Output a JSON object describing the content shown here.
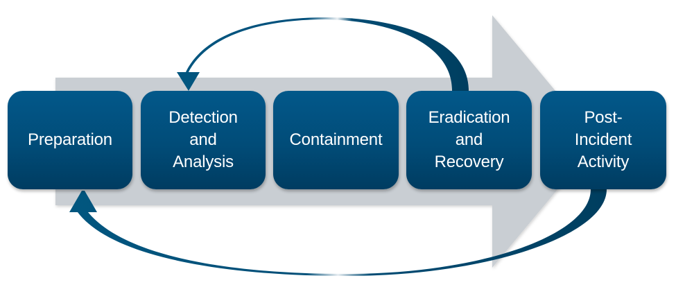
{
  "diagram": {
    "title": "Incident Response Life Cycle",
    "flow_direction": "left-to-right",
    "steps": [
      {
        "label": "Preparation"
      },
      {
        "label": "Detection\nand\nAnalysis"
      },
      {
        "label": "Containment"
      },
      {
        "label": "Eradication\nand\nRecovery"
      },
      {
        "label": "Post-\nIncident\nActivity"
      }
    ],
    "feedback_loops": [
      {
        "from": "Eradication and Recovery",
        "to": "Detection and Analysis",
        "side": "top"
      },
      {
        "from": "Post-Incident Activity",
        "to": "Preparation",
        "side": "bottom"
      }
    ],
    "colors": {
      "box_top": "#02588a",
      "box_bottom": "#003c61",
      "loop_arrow": "#024e78",
      "loop_arrow_dark": "#003e5f",
      "backdrop_arrow": "#c9ced3",
      "text": "#ffffff"
    }
  }
}
